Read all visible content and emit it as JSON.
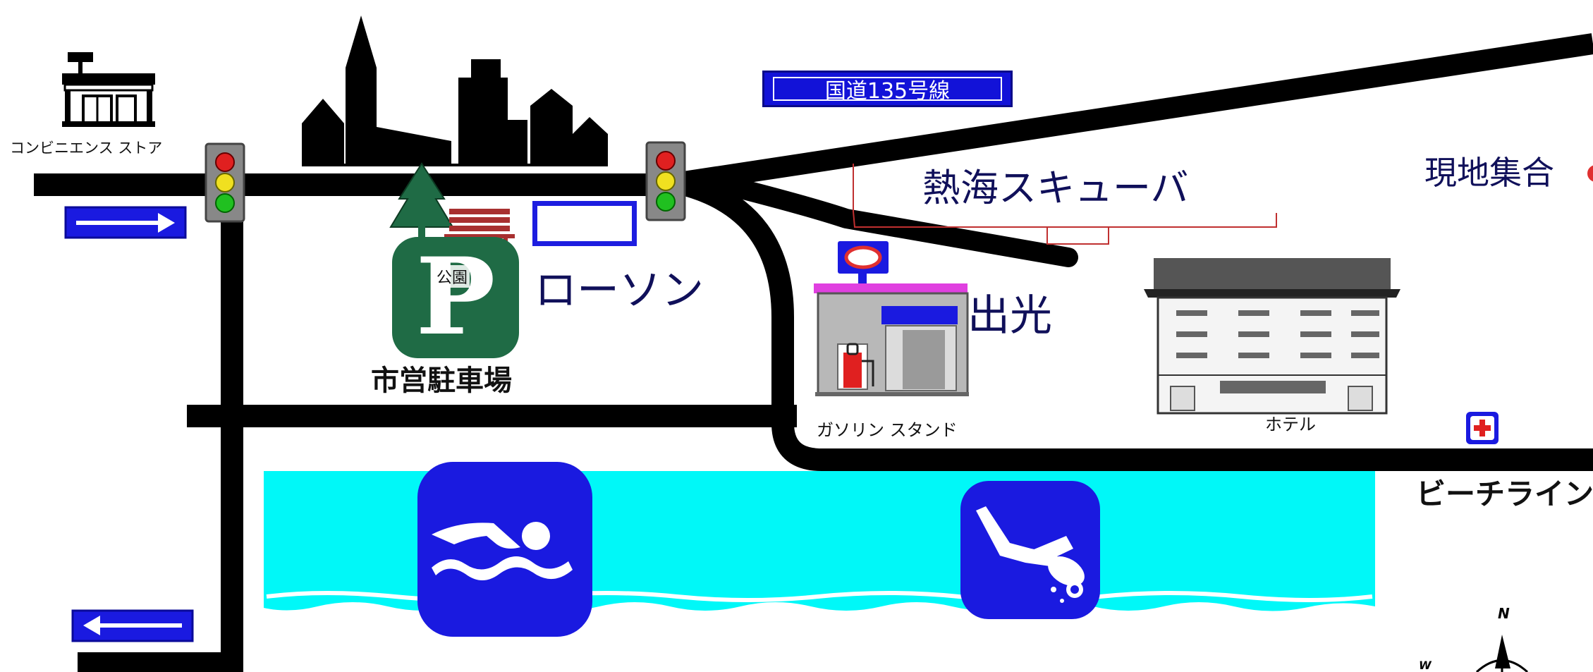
{
  "labels": {
    "convenience_store": "コンビニエンス ストア",
    "route": "国道135号線",
    "atami_scuba": "熱海スキューバ",
    "meeting_point": "現地集合",
    "lawson": "ローソン",
    "idemitsu": "出光",
    "gas_station": "ガソリン スタンド",
    "park": "公園",
    "parking_letter": "P",
    "municipal_parking": "市営駐車場",
    "hotel": "ホテル",
    "beach_line": "ビーチライン",
    "compass_n": "N",
    "compass_w": "W"
  },
  "colors": {
    "road": "#000000",
    "sea": "#00f8f8",
    "sign_blue": "#1a1ae0",
    "parking_green": "#1f6b45",
    "scuba_callout": "#c03030",
    "text_navy": "#10105a"
  },
  "icons": [
    "convenience-store-icon",
    "city-skyline-icon",
    "traffic-light-icon",
    "tree-icon",
    "bench-icon",
    "gas-station-icon",
    "hotel-icon",
    "first-aid-icon",
    "swimming-icon",
    "scuba-diving-icon",
    "compass-icon"
  ]
}
